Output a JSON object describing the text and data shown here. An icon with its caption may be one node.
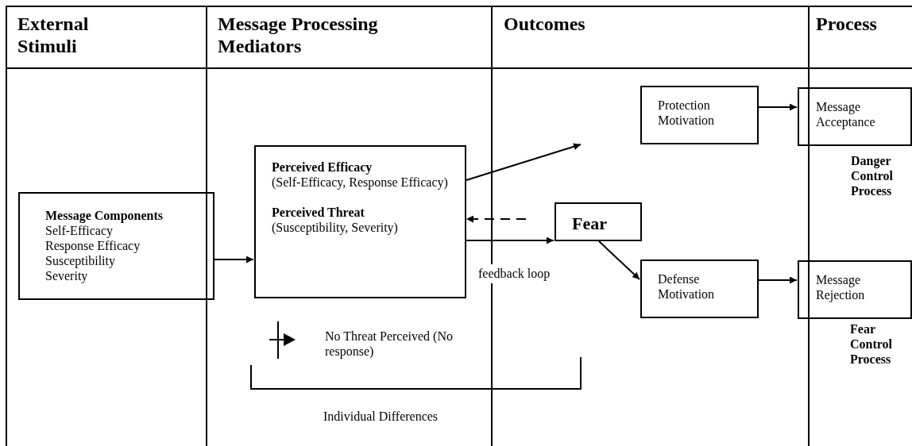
{
  "diagram": {
    "nodes": [
      {
        "text": [
          "Message Components",
          "Self-Efficacy",
          "Response Efficacy",
          "Susceptibility",
          "Severity"
        ]
      },
      {
        "text": [
          "Perceived Efficacy",
          "(Self-Efficacy, Response Efficacy)",
          "Perceived Threat",
          "(Susceptibility, Severity)"
        ]
      },
      {
        "text": [
          "Fear"
        ]
      },
      {
        "text": [
          "Protection Motivation"
        ]
      },
      {
        "text": [
          "Message Acceptance"
        ],
        "beside": [
          "Danger Control Process"
        ]
      },
      {
        "text": [
          "Defense Motivation"
        ]
      },
      {
        "text": [
          "Message Rejection"
        ],
        "beside": [
          "Fear Control Process"
        ]
      }
    ],
    "edges": [
      {
        "from": 0,
        "to": 1,
        "arrow": "to"
      },
      {
        "from": 1,
        "to": null,
        "arrow": "to"
      },
      {
        "from": null,
        "to": 1,
        "arrow": "to",
        "style": "dashed"
      },
      {
        "from": 1,
        "to": 2,
        "arrow": "to"
      },
      {
        "from": 2,
        "to": 5,
        "arrow": "to"
      },
      {
        "from": 3,
        "to": 4,
        "arrow": "to"
      },
      {
        "from": 5,
        "to": 6,
        "arrow": "to"
      }
    ],
    "labels": [
      "External Stimuli",
      "Message Processing Mediators",
      "Outcomes",
      "Process",
      "feedback loop",
      "No Threat Perceived (No response)",
      "Individual Differences"
    ]
  }
}
